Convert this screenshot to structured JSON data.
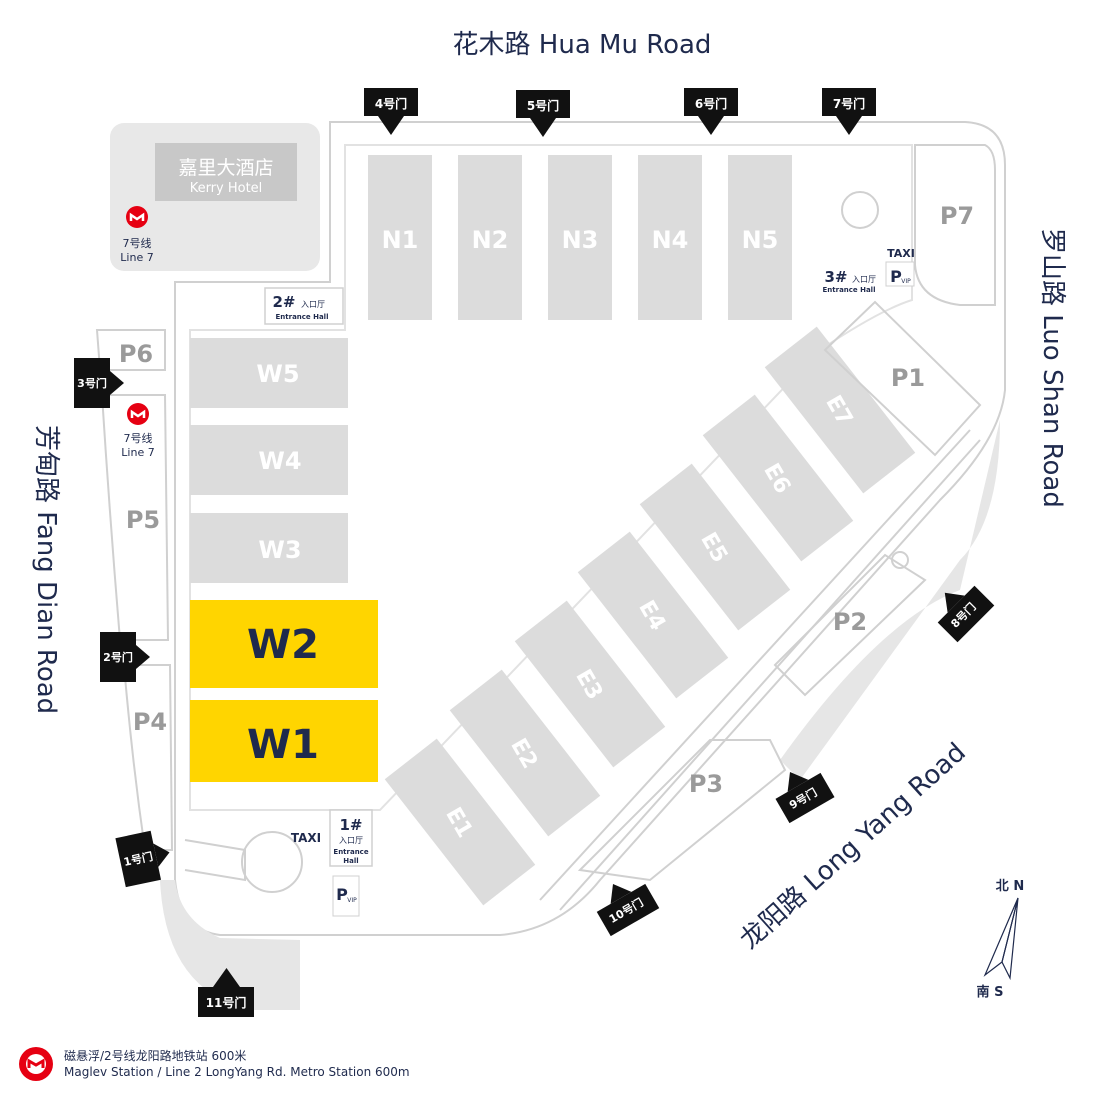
{
  "roads": {
    "north": "花木路 Hua Mu Road",
    "east": "罗山路 Luo Shan Road",
    "west": "芳甸路 Fang Dian Road",
    "southeast": "龙阳路 Long Yang Road"
  },
  "hotel": {
    "name_cn": "嘉里大酒店",
    "name_en": "Kerry Hotel"
  },
  "metro": {
    "line_cn": "7号线",
    "line_en": "Line 7"
  },
  "halls": {
    "north": [
      "N1",
      "N2",
      "N3",
      "N4",
      "N5"
    ],
    "west": [
      "W5",
      "W4",
      "W3",
      "W2",
      "W1"
    ],
    "east": [
      "E1",
      "E2",
      "E3",
      "E4",
      "E5",
      "E6",
      "E7"
    ],
    "highlighted": [
      "W2",
      "W1"
    ]
  },
  "parking": [
    "P1",
    "P2",
    "P3",
    "P4",
    "P5",
    "P6",
    "P7"
  ],
  "gates": [
    "1号门",
    "2号门",
    "3号门",
    "4号门",
    "5号门",
    "6号门",
    "7号门",
    "8号门",
    "9号门",
    "10号门",
    "11号门"
  ],
  "entrances": {
    "e1": {
      "num": "1#",
      "cn": "入口厅",
      "en1": "Entrance",
      "en2": "Hall"
    },
    "e2": {
      "num": "2#",
      "cn": "入口厅",
      "en": "Entrance Hall"
    },
    "e3": {
      "num": "3#",
      "cn": "入口厅",
      "en": "Entrance Hall"
    }
  },
  "taxi": "TAXI",
  "vip": {
    "p": "P",
    "sub": "VIP"
  },
  "compass": {
    "north": "北 N",
    "south": "南 S"
  },
  "footer": {
    "line1": "磁悬浮/2号线龙阳路地铁站  600米",
    "line2": "Maglev Station / Line 2 LongYang Rd. Metro Station 600m"
  },
  "colors": {
    "hall": "#dcdcdc",
    "highlight": "#ffd500",
    "gate": "#111111",
    "text_dark": "#1f2a4d",
    "hall_text": "#ffffff",
    "parking_text": "#9a9a9a",
    "metro_red": "#e60012",
    "greenery": "#e6e6e6"
  }
}
